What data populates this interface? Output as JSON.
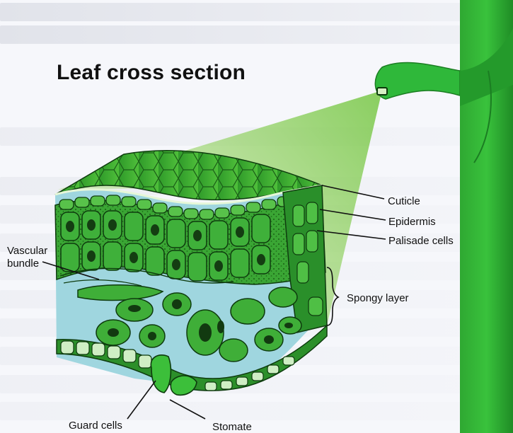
{
  "title": "Leaf cross section",
  "labels": {
    "cuticle": "Cuticle",
    "epidermis": "Epidermis",
    "palisade": "Palisade cells",
    "vascular_line1": "Vascular",
    "vascular_line2": "bundle",
    "spongy": "Spongy layer",
    "guard": "Guard cells",
    "stomate": "Stomate"
  },
  "colors": {
    "leaf_green": "#35b52a",
    "dark_green": "#1f7a1c",
    "cell_outline": "#0e3b0e",
    "air_space": "#9fd6df",
    "beam": "#7ec84a"
  }
}
